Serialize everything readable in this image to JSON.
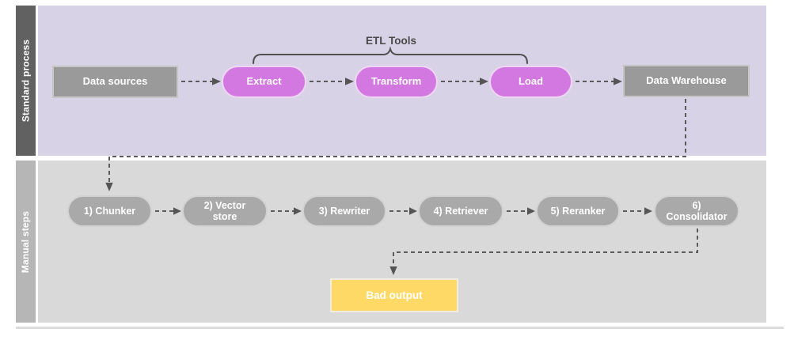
{
  "diagram": {
    "lanes": [
      {
        "label": "Standard process"
      },
      {
        "label": "Manual steps"
      }
    ],
    "standard_process": {
      "group_label": "ETL Tools",
      "nodes": [
        {
          "label": "Data sources"
        },
        {
          "label": "Extract"
        },
        {
          "label": "Transform"
        },
        {
          "label": "Load"
        },
        {
          "label": "Data Warehouse"
        }
      ]
    },
    "manual_steps": {
      "nodes": [
        {
          "label": "1) Chunker"
        },
        {
          "label": "2) Vector store"
        },
        {
          "label": "3) Rewriter"
        },
        {
          "label": "4) Retriever"
        },
        {
          "label": "5) Reranker"
        },
        {
          "label": "6) Consolidator"
        }
      ],
      "output": {
        "label": "Bad output"
      }
    },
    "colors": {
      "standard_lane_bg": "#d8d2e7",
      "standard_bar_bg": "#616161",
      "manual_lane_bg": "#d9d9d9",
      "manual_bar_bg": "#b6b6b6",
      "etl_pill_fill": "#d378e0",
      "gray_node_fill": "#9a9a9a",
      "manual_pill_fill": "#a9a9a9",
      "bad_output_fill": "#ffd966",
      "connector_color": "#5b5b5b"
    }
  }
}
